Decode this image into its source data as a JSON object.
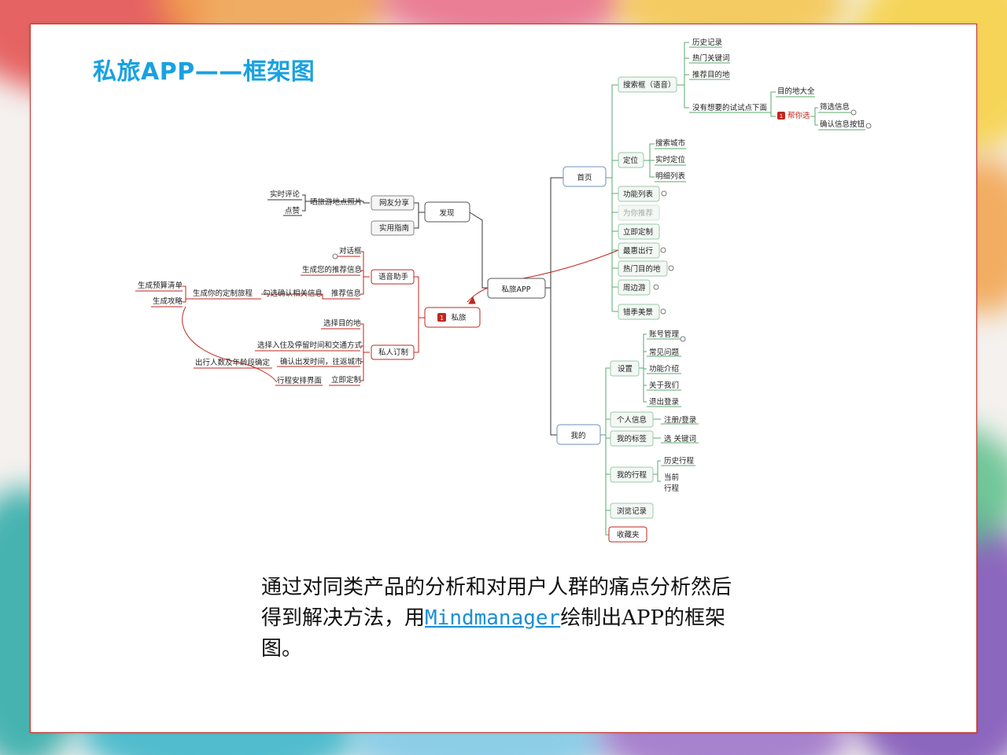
{
  "slide": {
    "title": "私旅APP——框架图",
    "caption_part1": "通过对同类产品的分析和对用户人群的痛点分析然后得到解决方法，用",
    "caption_link": "Mindmanager",
    "caption_part2": "绘制出APP的框架图。"
  },
  "mindmap": {
    "center": "私旅APP",
    "nodes": {
      "shouye": "首页",
      "wode": "我的",
      "faxian": "发现",
      "silv": "私旅",
      "sousuo": "搜索框（语音）",
      "lishijilu": "历史记录",
      "remenguanjianci": "热门关键词",
      "tuijianmudidi": "推荐目的地",
      "meiyou": "没有想要的试试点下面",
      "mudidi": "目的地大全",
      "bangnixuan": "帮你选",
      "shaixuan": "筛选信息",
      "queren": "确认信息按钮",
      "dingwei": "定位",
      "sousuochengshi": "搜索城市",
      "shishidingwei": "实时定位",
      "mingxi": "明细列表",
      "gongneng": "功能列表",
      "weinituijian": "为你推荐",
      "liji": "立即定制",
      "zuihui": "最惠出行",
      "remenmudidi": "热门目的地",
      "zhoubian": "周边游",
      "cuoji": "错季美景",
      "shezhi": "设置",
      "zhanghao": "账号管理",
      "changjian": "常见问题",
      "gongnengjieshao": "功能介绍",
      "guanyu": "关于我们",
      "tuichu": "退出登录",
      "gerenxinxi": "个人信息",
      "zhuce": "注册/登录",
      "biaoqian": "我的标签",
      "xuanguanjianci": "选 关键词",
      "xingcheng": "我的行程",
      "lishixingcheng": "历史行程",
      "dangqian1": "当前",
      "dangqian2": "行程",
      "liulan": "浏览记录",
      "shoucang": "收藏夹",
      "wangyou": "网友分享",
      "shiyong": "实用指南",
      "shailv": "晒旅游地点照片",
      "shishipinglun": "实时评论",
      "dianzan": "点赞",
      "yuyin": "语音助手",
      "duihua": "对话框",
      "shengchengnin": "生成您的推荐信息",
      "tuijianxinxi": "推荐信息",
      "gouxuan": "勾选确认相关信息",
      "shengchengni": "生成你的定制旅程",
      "yusuan": "生成预算清单",
      "gonglve": "生成攻略",
      "siren": "私人订制",
      "xuanzemudidi": "选择目的地",
      "xuanzeruzhu": "选择入住及停留时间和交通方式",
      "querenchufa": "确认出发时间，往返城市",
      "chuxing": "出行人数及年龄段确定",
      "lijidingzhi": "立即定制",
      "xingchenganpai": "行程安排界面"
    },
    "badge": "1",
    "colors": {
      "branch_green": "#5aa86e",
      "branch_dark": "#333333",
      "silv_red": "#c0271f",
      "title_blue": "#1aa1e1"
    }
  }
}
